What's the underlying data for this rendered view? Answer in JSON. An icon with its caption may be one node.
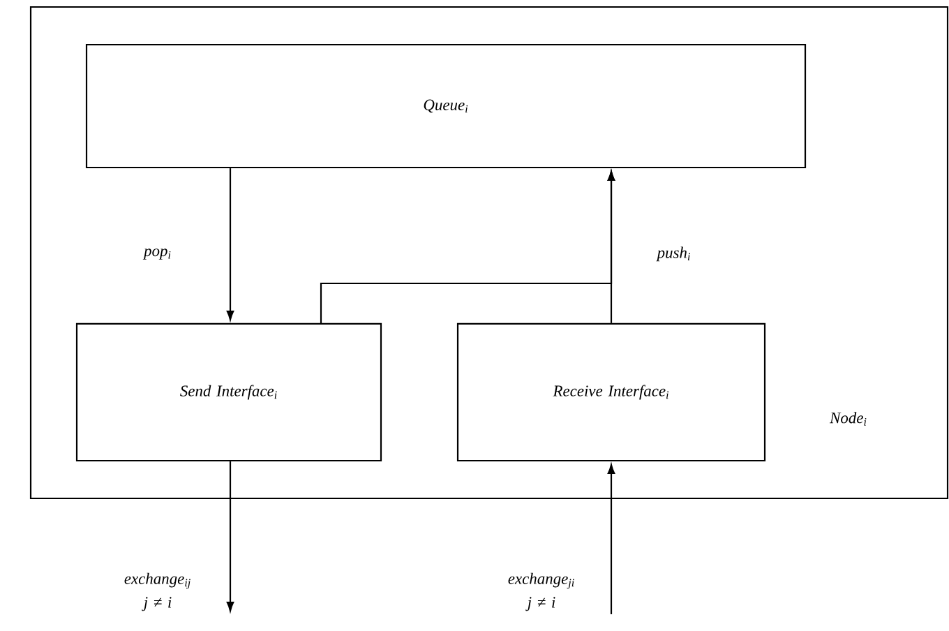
{
  "diagram": {
    "nodes": [
      {
        "text": [
          "Node$_{i}$"
        ]
      },
      {
        "text": [
          "Queue$_{i}$"
        ],
        "in": 0
      },
      {
        "text": [
          "Send Interface$_{i}$"
        ],
        "in": 0
      },
      {
        "text": [
          "Receive Interface$_{i}$"
        ],
        "in": 0
      }
    ],
    "edges": [
      {
        "from": 1,
        "to": 2,
        "arrow": "to",
        "label": "pop$_{i}$"
      },
      {
        "from": 3,
        "to": 1,
        "arrow": "to",
        "label": "push$_{i}$"
      },
      {
        "from": 2,
        "to": 1,
        "arrow": "to"
      },
      {
        "from": 2,
        "to": null,
        "arrow": "to",
        "label": "exchange$_{ij}$ j ≠ i"
      },
      {
        "from": null,
        "to": 3,
        "arrow": "to",
        "label": "exchange$_{ji}$ j ≠ i"
      }
    ]
  }
}
